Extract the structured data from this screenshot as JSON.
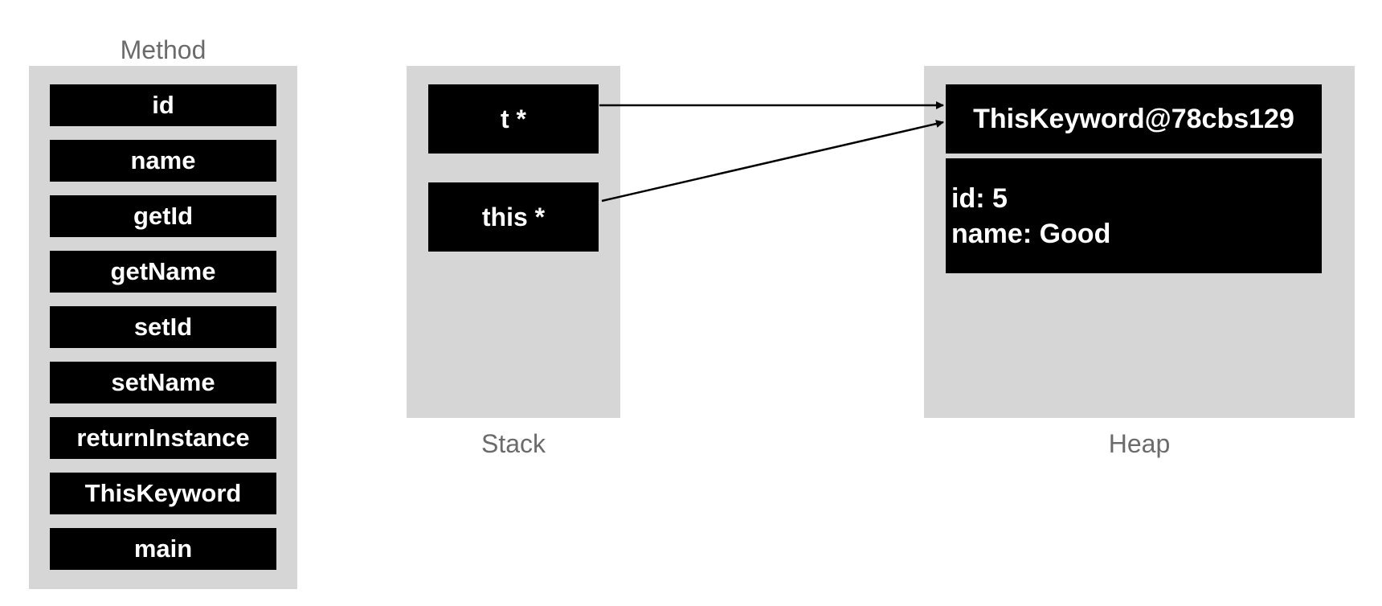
{
  "method_area": {
    "label": "Method",
    "items": [
      "id",
      "name",
      "getId",
      "getName",
      "setId",
      "setName",
      "returnInstance",
      "ThisKeyword",
      "main"
    ]
  },
  "stack_area": {
    "label": "Stack",
    "items": [
      "t *",
      "this *"
    ]
  },
  "heap_area": {
    "label": "Heap",
    "object_header": "ThisKeyword@78cbs129",
    "fields": [
      "id: 5",
      "name: Good"
    ]
  },
  "references": [
    {
      "from": "t *",
      "to": "ThisKeyword@78cbs129"
    },
    {
      "from": "this *",
      "to": "ThisKeyword@78cbs129"
    }
  ],
  "colors": {
    "panel": "#d6d6d6",
    "block": "#000000",
    "block_text": "#ffffff",
    "label_text": "#6b6b6b"
  }
}
